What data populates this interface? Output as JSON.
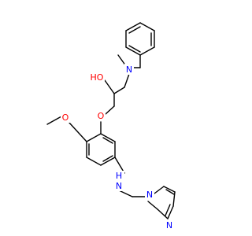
{
  "labels": {
    "oh": "HO",
    "n_methyl": "N",
    "o_ether_top": "O",
    "o_methoxy": "O",
    "nh": "H",
    "nh_n": "N",
    "imid_n1": "N",
    "imid_n3": "N"
  },
  "colors": {
    "bond": "#000000",
    "oxygen": "#ff0000",
    "nitrogen": "#0000ff"
  }
}
